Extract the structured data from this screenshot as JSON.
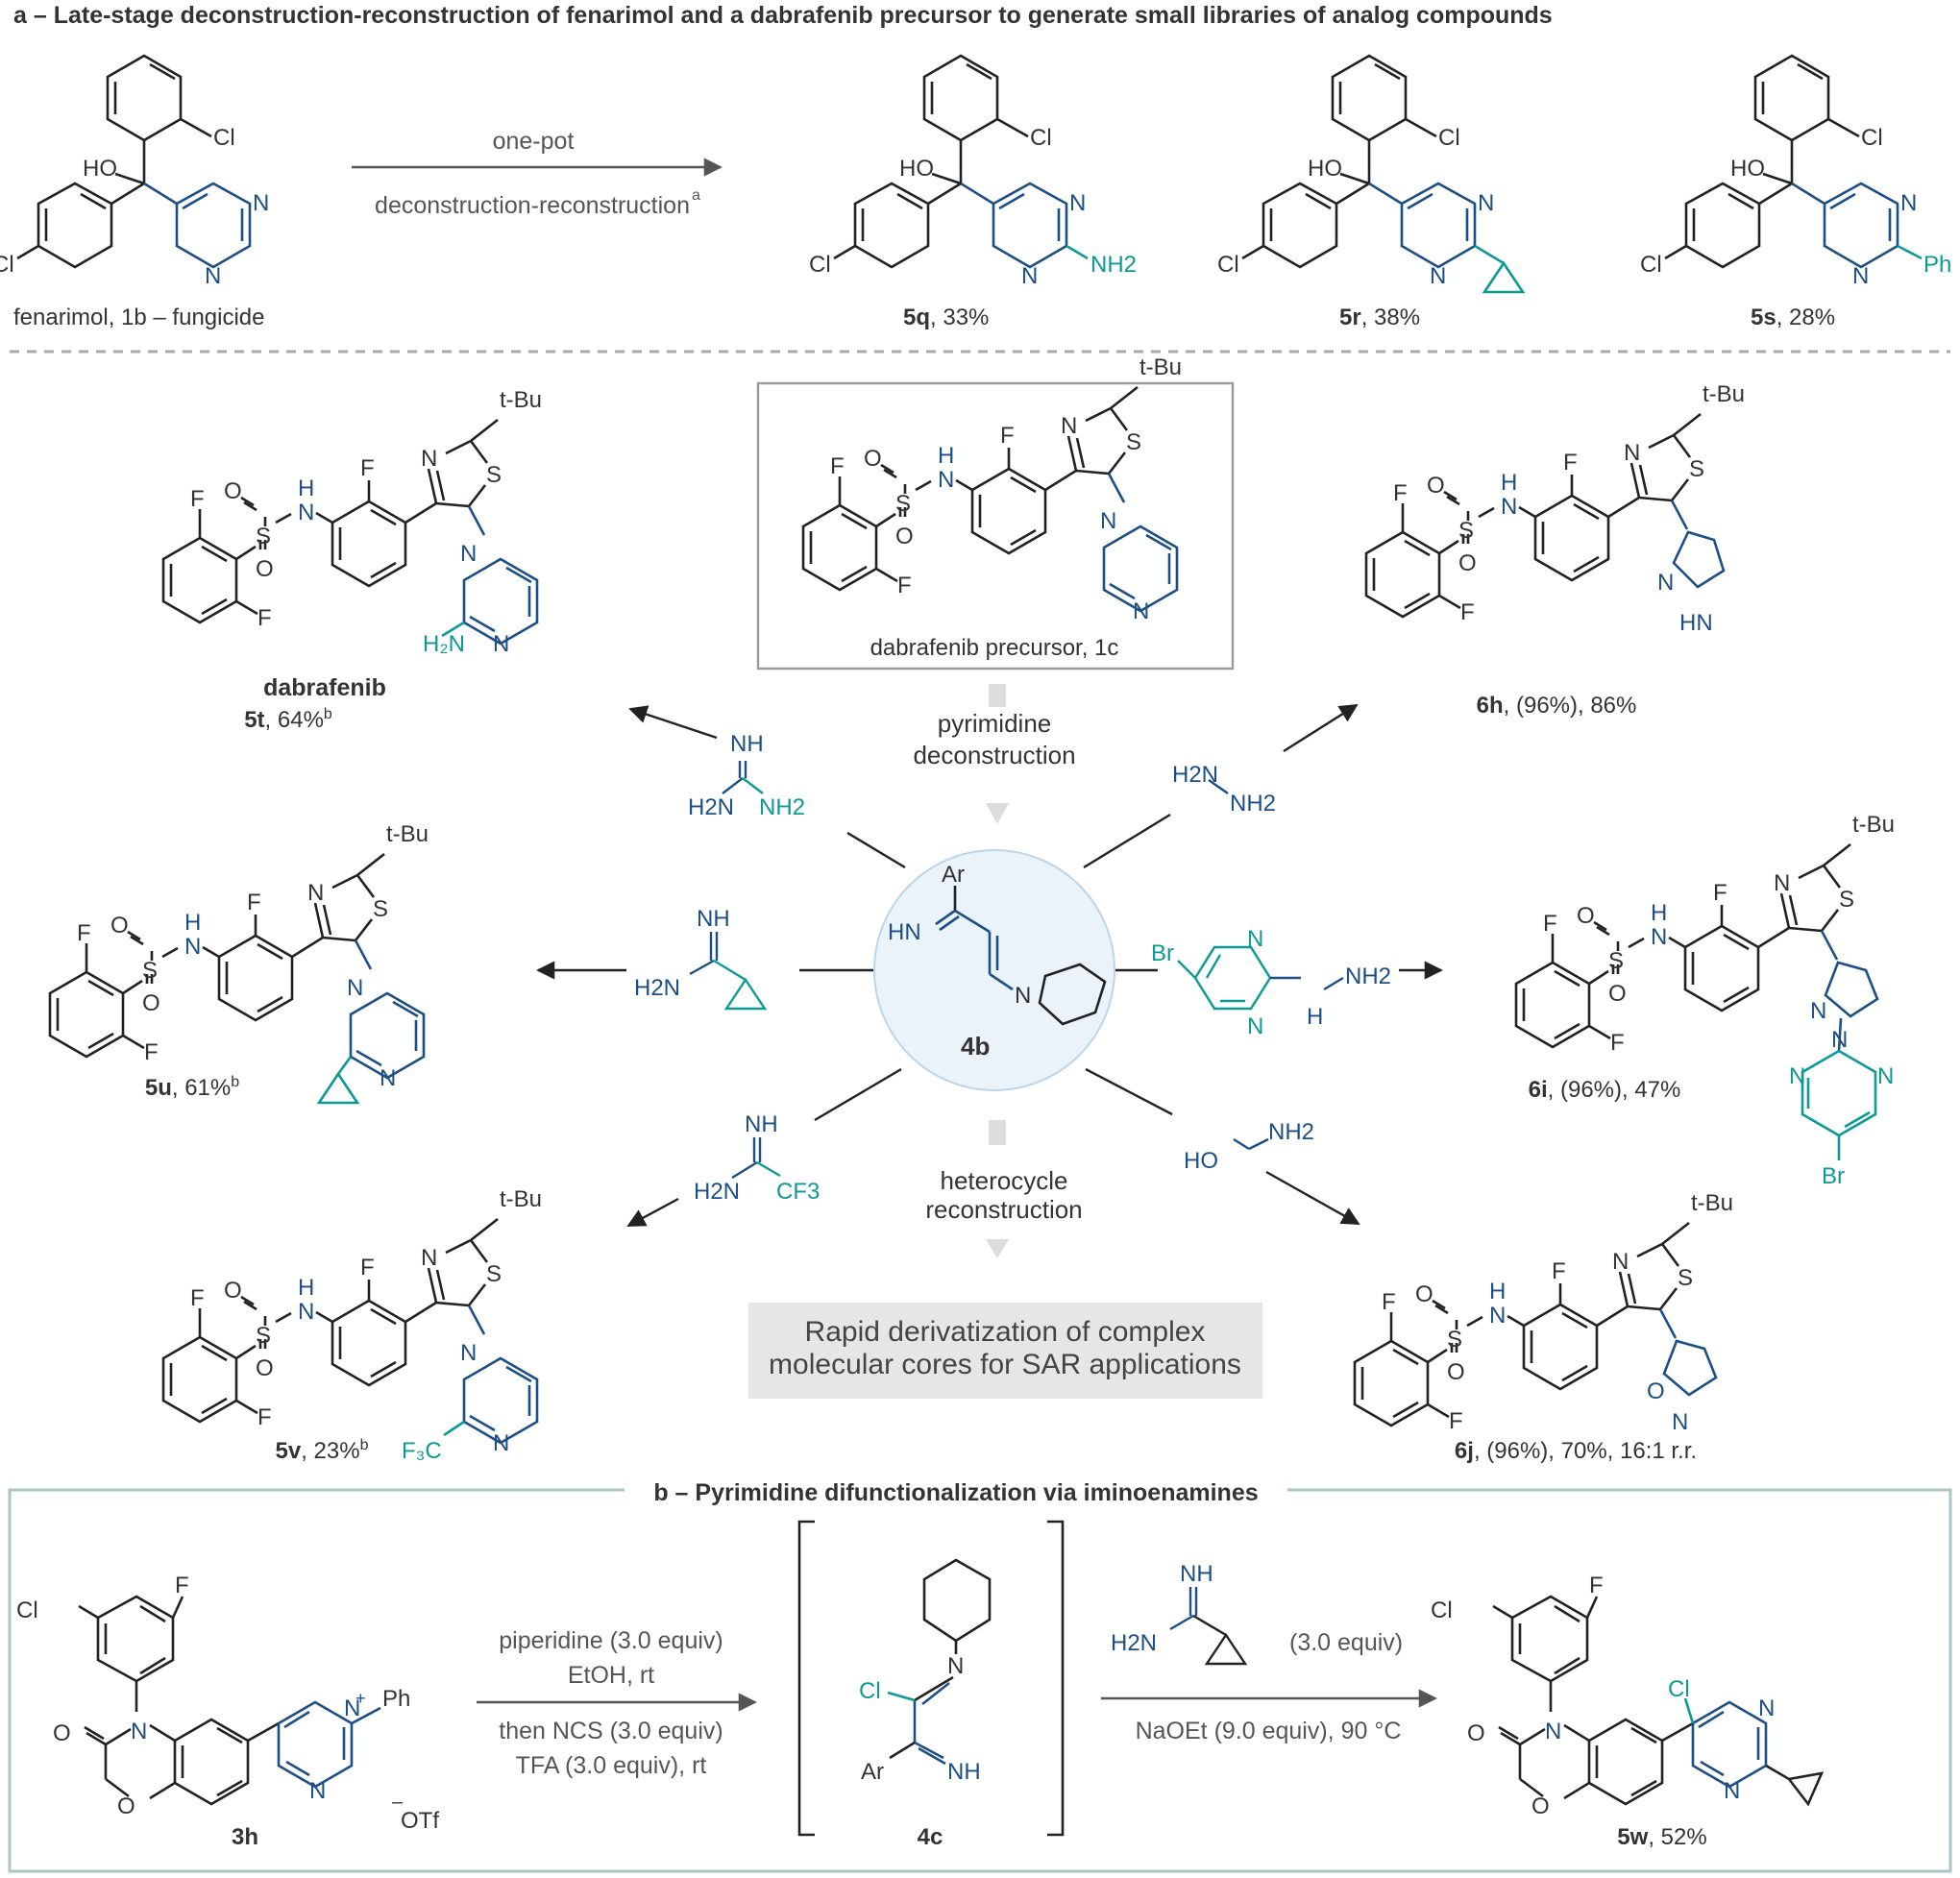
{
  "section_a": {
    "title": "a – Late-stage deconstruction-reconstruction of fenarimol and a dabrafenib precursor to generate small libraries of analog compounds",
    "arrow_above": "one-pot",
    "arrow_below": "deconstruction-reconstruction",
    "arrow_below_sup": "a",
    "fenarimol_caption": "fenarimol, 1b – fungicide",
    "products": [
      {
        "code": "5q",
        "yield": ", 33%",
        "substituent": "NH2"
      },
      {
        "code": "5r",
        "yield": ", 38%",
        "substituent": "cyclopropyl"
      },
      {
        "code": "5s",
        "yield": ", 28%",
        "substituent": "Ph"
      }
    ]
  },
  "precursor_caption": "dabrafenib precursor, 1c",
  "hub": {
    "label": "4b",
    "step_top": [
      "pyrimidine",
      "deconstruction"
    ],
    "step_bottom": [
      "heterocycle",
      "reconstruction"
    ],
    "banner": [
      "Rapid derivatization of complex",
      "molecular cores for SAR applications"
    ]
  },
  "reagents": {
    "guanidine": [
      "NH",
      "H2N",
      "NH2"
    ],
    "cyclopropanecarboximidamide": [
      "NH",
      "H2N"
    ],
    "trifluoroacetamidine": [
      "NH",
      "H2N",
      "CF3"
    ],
    "hydrazine": [
      "H2N",
      "NH2"
    ],
    "bromopyrimidinyl_hydrazine": [
      "Br",
      "N",
      "N",
      "NH2",
      "H"
    ],
    "hydroxylamine": [
      "NH2",
      "HO"
    ]
  },
  "analogs": [
    {
      "code": "5t",
      "name": "dabrafenib",
      "yield": ", 64%",
      "sup": "b"
    },
    {
      "code": "5u",
      "yield": ", 61%",
      "sup": "b"
    },
    {
      "code": "5v",
      "yield": ", 23%",
      "sup": "b"
    },
    {
      "code": "6h",
      "yield": ", (96%), 86%"
    },
    {
      "code": "6i",
      "yield": ", (96%), 47%"
    },
    {
      "code": "6j",
      "yield": ", (96%), 70%, 16:1 r.r."
    }
  ],
  "common_labels": {
    "t_bu": "t-Bu",
    "F": "F",
    "S": "S",
    "N": "N",
    "O": "O",
    "H": "H",
    "Cl": "Cl",
    "HO": "HO",
    "Ar": "Ar",
    "Br": "Br",
    "Ph": "Ph"
  },
  "section_b": {
    "title": "b – Pyrimidine difunctionalization via iminoenamines",
    "step1": [
      "piperidine (3.0 equiv)",
      "EtOH, rt",
      "then NCS (3.0 equiv)",
      "TFA (3.0 equiv), rt"
    ],
    "step2_equiv": "(3.0 equiv)",
    "step2_cond": "NaOEt (9.0 equiv), 90 °C",
    "counterion": "OTf",
    "start_code": "3h",
    "intermediate_code": "4c",
    "product_code": "5w",
    "product_yield": ", 52%"
  }
}
